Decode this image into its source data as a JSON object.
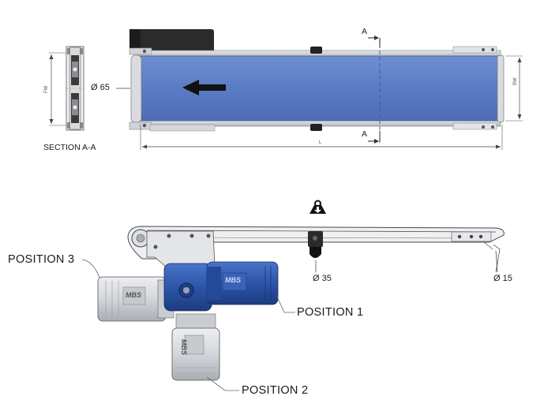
{
  "top_view": {
    "section_label": "SECTION A-A",
    "dia_roller": "Ø 65",
    "section_marker": "A",
    "dim_length": "L",
    "dim_belt_width": "BW",
    "dim_frame_width": "FW"
  },
  "side_view": {
    "dia_support": "Ø 35",
    "dia_tail": "Ø 15",
    "position_1": "POSITION 1",
    "position_2": "POSITION 2",
    "position_3": "POSITION 3",
    "motor_brand": "MBS",
    "load_icon": "weight-load-icon"
  },
  "colors": {
    "belt": "#5b7fc6",
    "motor_blue": "#2f56a8",
    "motor_grey": "#d6d8dc",
    "frame": "#b9bcc1"
  }
}
